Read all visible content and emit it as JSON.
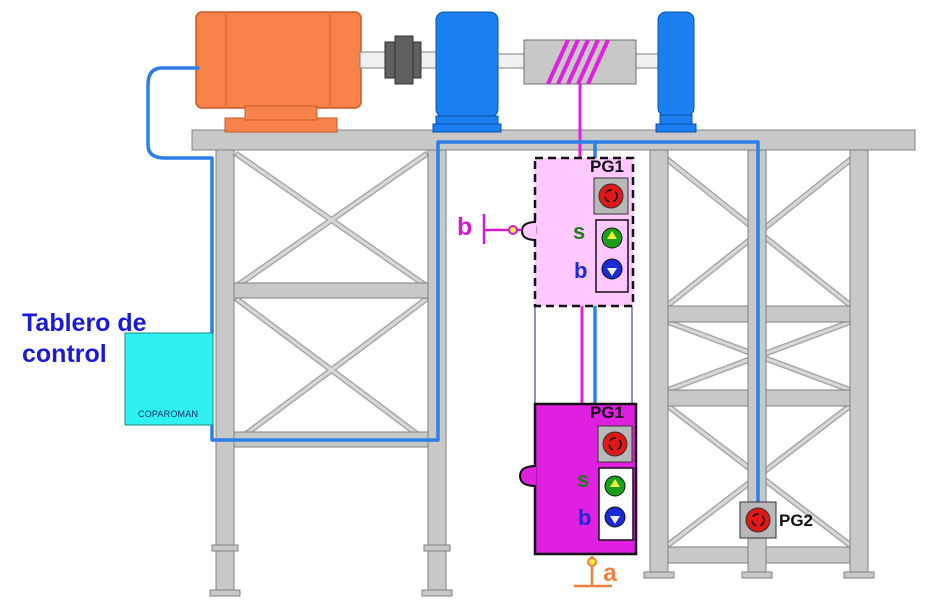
{
  "control_board": {
    "title_line1": "Tablero de",
    "title_line2": "control",
    "tag": "COPAROMAN"
  },
  "cabin_upper": {
    "panel_label": "PG1",
    "up_label": "s",
    "down_label": "b"
  },
  "cabin_lower": {
    "panel_label": "PG1",
    "up_label": "s",
    "down_label": "b"
  },
  "floor_panel": {
    "label": "PG2"
  },
  "limit_switch_upper": {
    "label": "b"
  },
  "limit_switch_lower": {
    "label": "a"
  },
  "colors": {
    "motor": "#f8834a",
    "motor_shadow": "#c85a28",
    "coupling_blue": "#1a7ff0",
    "drum": "#c8c8c8",
    "coil": "#e020e0",
    "structure": "#c8c8c8",
    "structure_edge": "#808080",
    "cable": "#2a7fe8",
    "cabin_ghost": "#ffc8ff",
    "cabin": "#e020e0",
    "board": "#2ef2f2",
    "button_red": "#e01818",
    "button_green": "#18a018",
    "button_blue": "#1a2ad6",
    "limit_upper": "#d21ad2",
    "limit_lower": "#f08040"
  }
}
